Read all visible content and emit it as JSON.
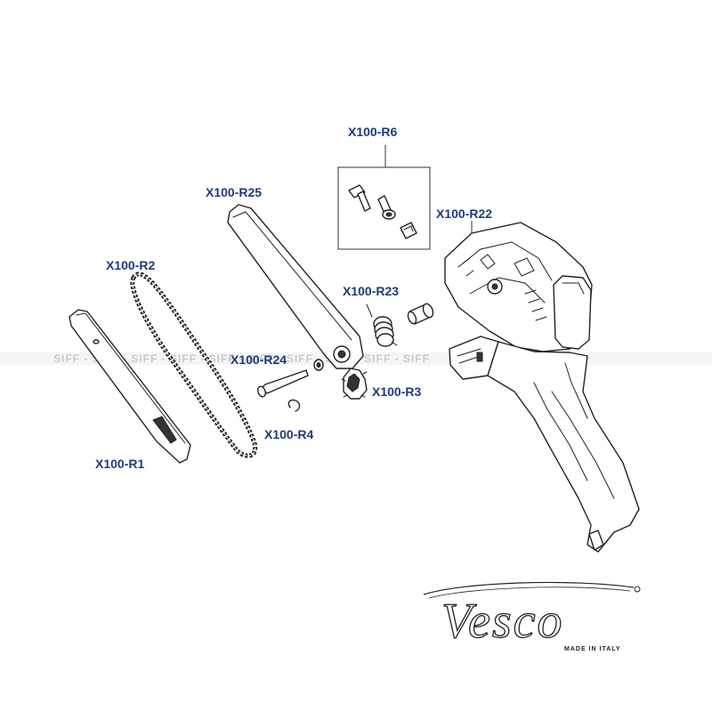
{
  "labels": {
    "r6": "X100-R6",
    "r25": "X100-R25",
    "r22": "X100-R22",
    "r2": "X100-R2",
    "r23": "X100-R23",
    "r24": "X100-R24",
    "r3": "X100-R3",
    "r4": "X100-R4",
    "r1": "X100-R1"
  },
  "watermark": "SIFF - SIFF - SIFF - SIFF - SIFF - SIFF - SIFF - SIFF - SIFF - SIFF",
  "logo": {
    "wordmark": "Vesco",
    "tagline": "MADE IN ITALY"
  },
  "colors": {
    "label": "#1f3a7a",
    "line_art": "#222222",
    "watermark": "#c9c9c9"
  }
}
